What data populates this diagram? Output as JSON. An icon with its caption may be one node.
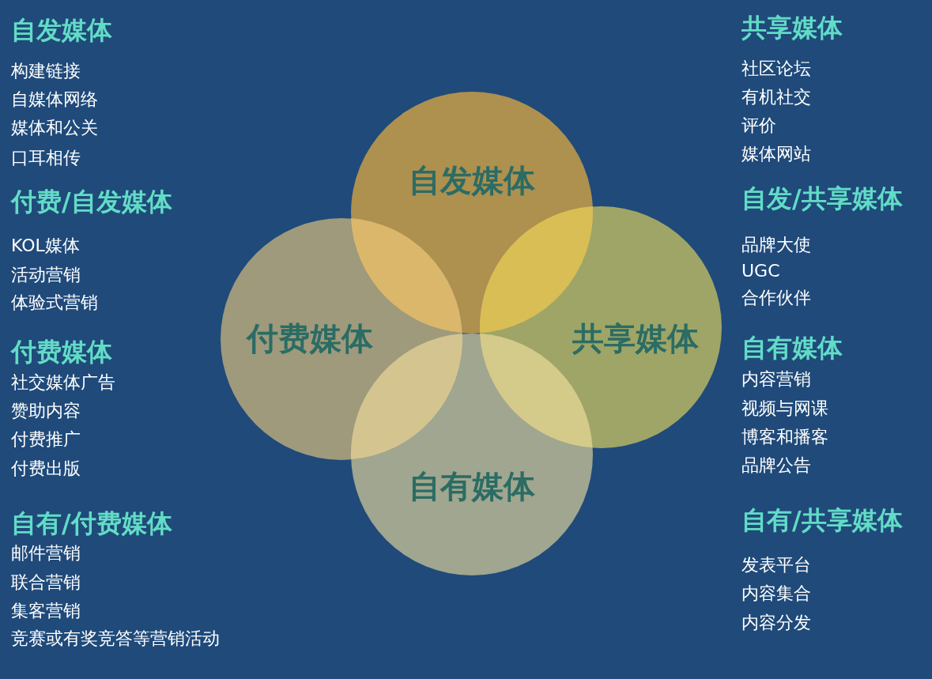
{
  "diagram": {
    "nodes": [
      {
        "text": [
          "自发媒体"
        ]
      },
      {
        "text": [
          "付费媒体"
        ]
      },
      {
        "text": [
          "共享媒体"
        ]
      },
      {
        "text": [
          "自有媒体"
        ]
      },
      {
        "text": [],
        "shape": "lens"
      },
      {
        "text": [],
        "shape": "lens"
      },
      {
        "text": [],
        "shape": "lens"
      },
      {
        "text": [],
        "shape": "lens"
      }
    ],
    "labels": [
      "自发媒体",
      "构建链接",
      "自媒体网络",
      "媒体和公关",
      "口耳相传",
      "付费/自发媒体",
      "KOL媒体",
      "活动营销",
      "体验式营销",
      "付费媒体",
      "社交媒体广告",
      "赞助内容",
      "付费推广",
      "付费出版",
      "自有/付费媒体",
      "邮件营销",
      "联合营销",
      "集客营销",
      "竞赛或有奖竞答等营销活动",
      "共享媒体",
      "社区论坛",
      "有机社交",
      "评价",
      "媒体网站",
      "自发/共享媒体",
      "品牌大使",
      "UGC",
      "合作伙伴",
      "自有媒体",
      "内容营销",
      "视频与网课",
      "博客和播客",
      "品牌公告",
      "自有/共享媒体",
      "发表平台",
      "内容集合",
      "内容分发"
    ]
  }
}
